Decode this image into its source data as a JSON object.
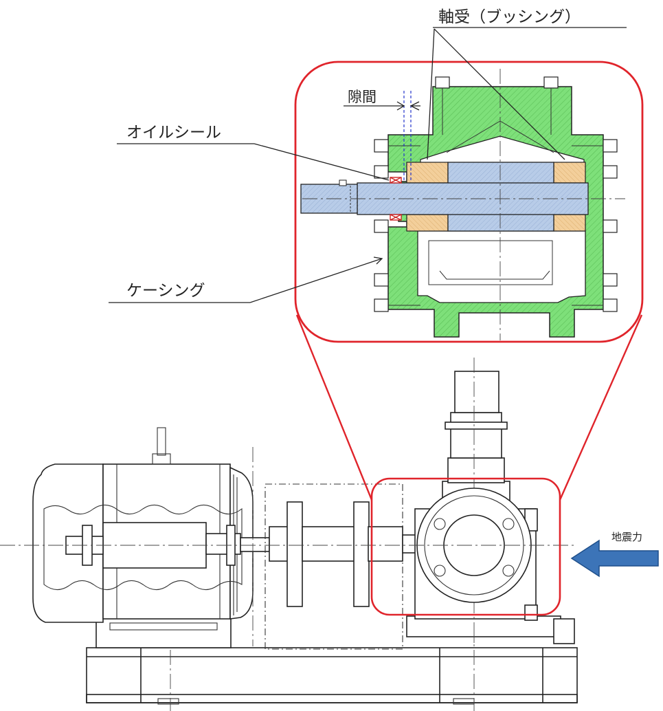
{
  "labels": {
    "bearing": "軸受（ブッシング）",
    "gap": "隙間",
    "oil_seal": "オイルシール",
    "casing": "ケーシング",
    "seismic_force": "地震力"
  },
  "colors": {
    "highlight": "#e0242b",
    "casing_fill": "#7ee07a",
    "shaft_fill": "#b8cce8",
    "bushing_fill": "#f3cf9b",
    "arrow_fill": "#3c74b8",
    "arrow_stroke": "#1f4f8a",
    "gap_marker": "#2233cc",
    "seal_marker": "#cc2222"
  }
}
